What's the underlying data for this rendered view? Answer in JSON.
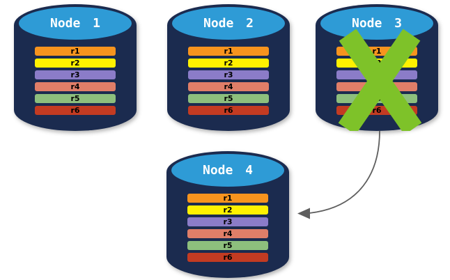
{
  "nodes": [
    {
      "name": "Node 1",
      "failed": false
    },
    {
      "name": "Node 2",
      "failed": false
    },
    {
      "name": "Node 3",
      "failed": true
    },
    {
      "name": "Node 4",
      "failed": false
    }
  ],
  "rows": [
    {
      "label": "r1",
      "color": "#F7941E"
    },
    {
      "label": "r2",
      "color": "#FFF100"
    },
    {
      "label": "r3",
      "color": "#8B7CC8"
    },
    {
      "label": "r4",
      "color": "#E07E68"
    },
    {
      "label": "r5",
      "color": "#8DBF7D"
    },
    {
      "label": "r6",
      "color": "#C33B22"
    }
  ],
  "arrow": {
    "from": "Node 3",
    "to": "Node 4"
  },
  "colors": {
    "background": "#FFFFFF",
    "cylinder_body": "#1B2B4F",
    "cylinder_top": "#2E9BD6",
    "node_title_text": "#FFFFFF",
    "row_label_text": "#000000",
    "failure_cross": "#7EC229",
    "arrow": "#5E5E5E"
  }
}
